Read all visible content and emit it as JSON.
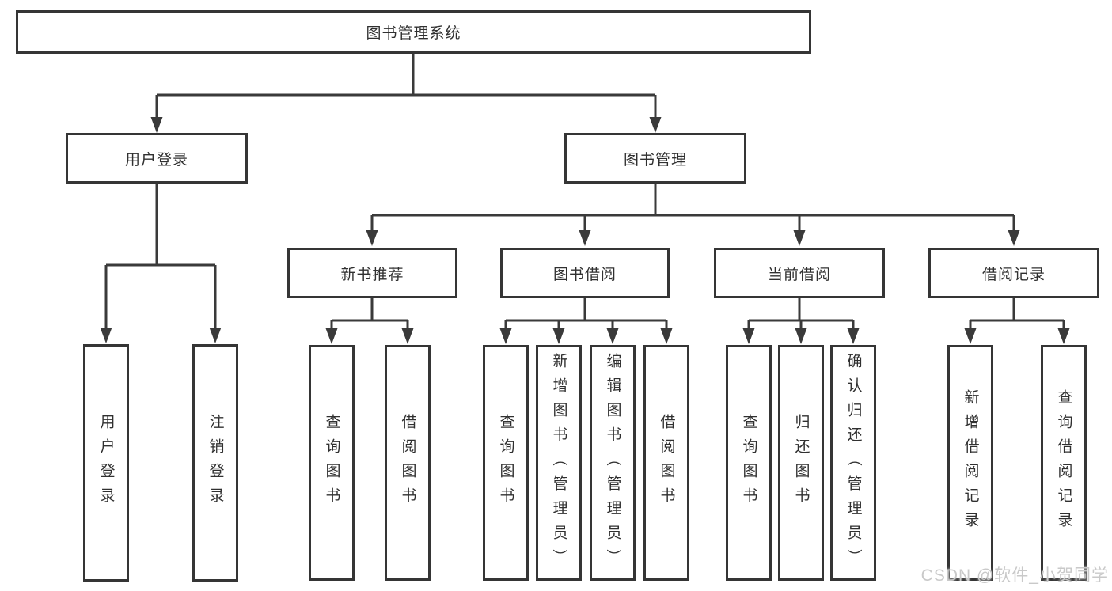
{
  "tree": {
    "root": "图书管理系统",
    "children": [
      {
        "label": "用户登录",
        "children": [
          {
            "label": "用户登录"
          },
          {
            "label": "注销登录"
          }
        ]
      },
      {
        "label": "图书管理",
        "children": [
          {
            "label": "新书推荐",
            "children": [
              {
                "label": "查询图书"
              },
              {
                "label": "借阅图书"
              }
            ]
          },
          {
            "label": "图书借阅",
            "children": [
              {
                "label": "查询图书"
              },
              {
                "label": "新增图书（管理员）"
              },
              {
                "label": "编辑图书（管理员）"
              },
              {
                "label": "借阅图书"
              }
            ]
          },
          {
            "label": "当前借阅",
            "children": [
              {
                "label": "查询图书"
              },
              {
                "label": "归还图书"
              },
              {
                "label": "确认归还（管理员）"
              }
            ]
          },
          {
            "label": "借阅记录",
            "children": [
              {
                "label": "新增借阅记录"
              },
              {
                "label": "查询借阅记录"
              }
            ]
          }
        ]
      }
    ]
  },
  "watermark": {
    "text": "CSDN @软件_小贺同学"
  },
  "colors": {
    "line": "#3a3a3a",
    "border": "#353535",
    "text": "#303030",
    "background": "#ffffff",
    "watermark": "#c9c9c9"
  }
}
